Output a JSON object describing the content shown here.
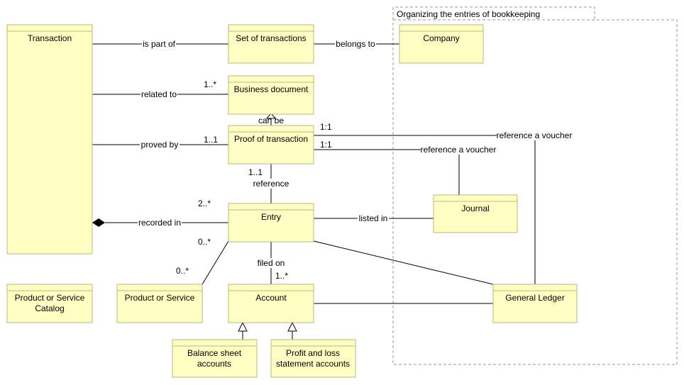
{
  "group": {
    "title": "Organizing the entries of bookkeeping"
  },
  "classes": {
    "transaction": [
      "Transaction"
    ],
    "set_of_transactions": [
      "Set of transactions"
    ],
    "company": [
      "Company"
    ],
    "business_document": [
      "Business document"
    ],
    "proof_of_transaction": [
      "Proof of transaction"
    ],
    "entry": [
      "Entry"
    ],
    "journal": [
      "Journal"
    ],
    "product_catalog": [
      "Product or Service",
      "Catalog"
    ],
    "product_or_service": [
      "Product or Service"
    ],
    "account": [
      "Account"
    ],
    "general_ledger": [
      "General Ledger"
    ],
    "balance_sheet": [
      "Balance sheet",
      "accounts"
    ],
    "profit_loss": [
      "Profit and loss",
      "statement accounts"
    ]
  },
  "labels": {
    "is_part_of": "is part of",
    "belongs_to": "belongs to",
    "related_to": "related to",
    "rel_mult": "1..*",
    "can_be": "can be",
    "proved_by": "proved by",
    "proved_mult": "1..1",
    "ref_voucher_1": "reference a voucher",
    "ref_voucher_1_mult": "1:1",
    "ref_voucher_2": "reference a voucher",
    "ref_voucher_2_mult": "1:1",
    "reference": "reference",
    "reference_mult": "1..1",
    "recorded_in": "recorded in",
    "recorded_mult": "2..*",
    "listed_in": "listed in",
    "product_mult_entry": "0..*",
    "product_mult_prod": "0..*",
    "filed_on": "filed on",
    "filed_mult": "1..*"
  }
}
